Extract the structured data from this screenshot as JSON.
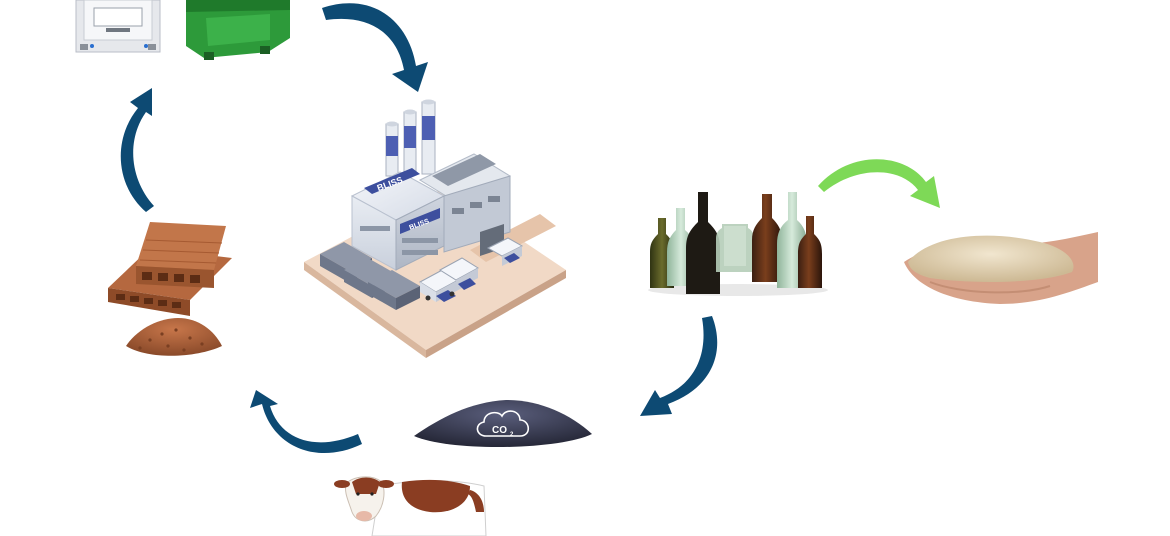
{
  "factory": {
    "brand_sign": "BLISS",
    "brand_sign_small": "BLISS"
  },
  "biochar": {
    "badge": "CO",
    "badge_sub": "2"
  },
  "colors": {
    "cycle_arrow": "#0d4a73",
    "output_arrow": "#7ed957",
    "factory_chimney_band": "#4d5fb3",
    "decking": "#b5683f",
    "biochar": "#3a3d57"
  },
  "icons": [
    "machine-unit-icon",
    "green-dumpster-icon",
    "factory-icon",
    "glass-bottles-icon",
    "sand-hand-icon",
    "biochar-pile-icon",
    "cow-icon",
    "wood-decking-icon",
    "pellets-icon"
  ]
}
